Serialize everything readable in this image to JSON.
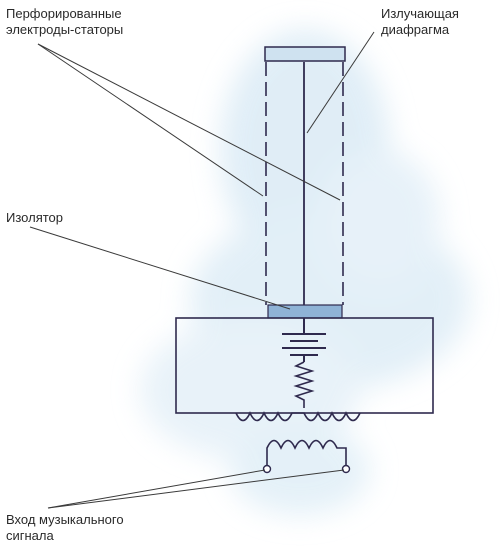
{
  "labels": {
    "stators": {
      "line1": "Перфорированные",
      "line2": "электроды-статоры"
    },
    "diaphragm": {
      "line1": "Излучающая",
      "line2": "диафрагма"
    },
    "insulator": {
      "line1": "Изолятор"
    },
    "input": {
      "line1": "Вход музыкального",
      "line2": "сигнала"
    }
  },
  "colors": {
    "line": "#2f2a4e",
    "leader": "#3a3a3a",
    "insulator_fill": "#8fb3d6",
    "wash": "#cfe4f2"
  }
}
